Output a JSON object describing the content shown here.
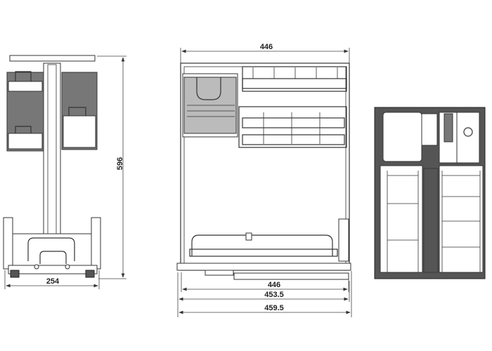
{
  "views": {
    "side": {
      "height_dim": "596",
      "width_dim": "254"
    },
    "front": {
      "top_width_dim": "446",
      "bottom_dims": [
        "446",
        "453.5",
        "459.5"
      ]
    },
    "top": {}
  },
  "colors": {
    "line": "#333333",
    "fill_gray": "#777777",
    "fill_dark": "#555555"
  }
}
